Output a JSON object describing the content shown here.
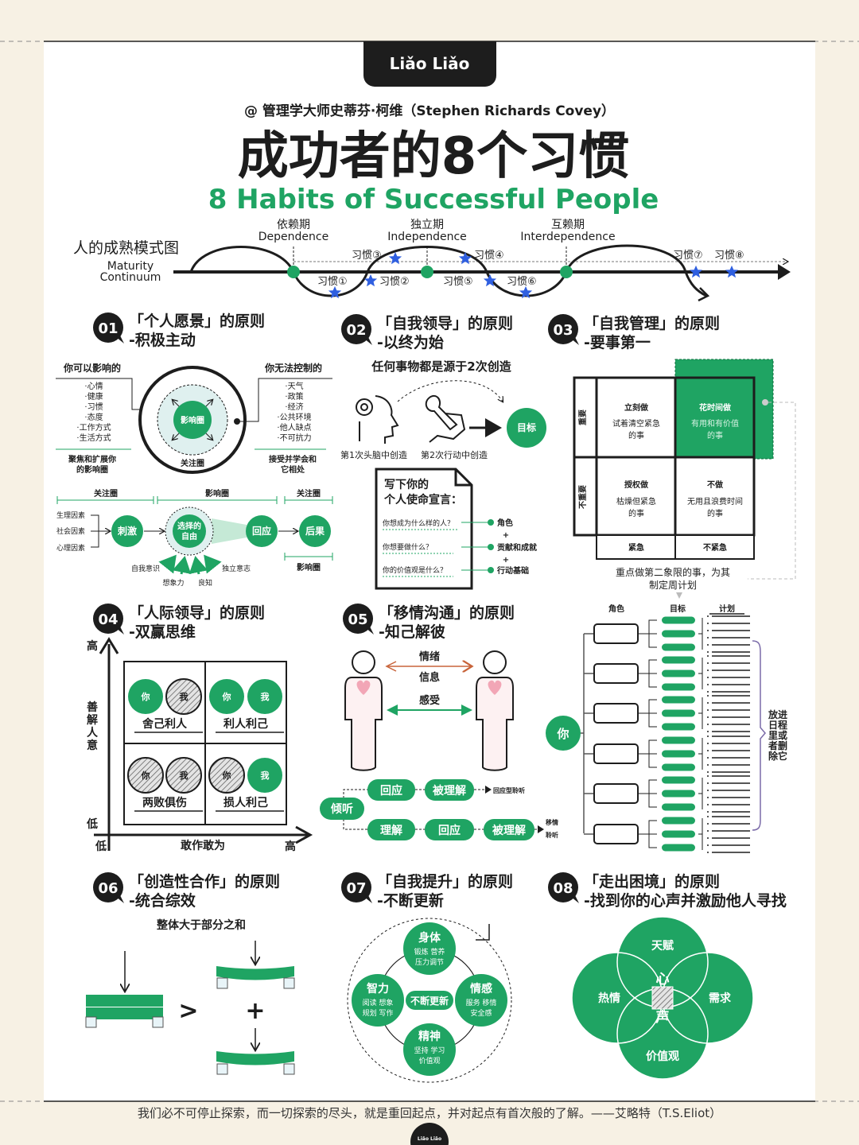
{
  "brand": "Liǎo Liǎo",
  "author": "@ 管理学大师史蒂芬·柯维（Stephen Richards Covey）",
  "title": "成功者的8个习惯",
  "subtitle": "8 Habits of Successful People",
  "colors": {
    "green": "#1fa463",
    "dark": "#1d1d1d",
    "star": "#2f5fe0",
    "cream": "#f7f1e4",
    "light": "#dff0ef",
    "orange": "#c8643a",
    "purple": "#7a6aa8"
  },
  "maturity": {
    "title": "人的成熟模式图",
    "en1": "Maturity",
    "en2": "Continuum",
    "stages": [
      {
        "cn": "依赖期",
        "en": "Dependence"
      },
      {
        "cn": "独立期",
        "en": "Independence"
      },
      {
        "cn": "互赖期",
        "en": "Interdependence"
      }
    ],
    "habits": [
      "习惯①",
      "习惯②",
      "习惯③",
      "习惯④",
      "习惯⑤",
      "习惯⑥",
      "习惯⑦",
      "习惯⑧"
    ]
  },
  "s1": {
    "num": "01",
    "title": "「个人愿景」的原则",
    "sub": "-积极主动",
    "left_heading": "你可以影响的",
    "left_items": [
      "·心情",
      "·健康",
      "·习惯",
      "·态度",
      "·工作方式",
      "·生活方式"
    ],
    "left_footer": [
      "聚焦和扩展你",
      "的影响圈"
    ],
    "right_heading": "你无法控制的",
    "right_items": [
      "·天气",
      "·政策",
      "·经济",
      "·公共环境",
      "·他人缺点",
      "·不可抗力"
    ],
    "right_footer": [
      "接受并学会和",
      "它相处"
    ],
    "inner": "影响圈",
    "outer": "关注圈",
    "segments": [
      "关注圈",
      "影响圈",
      "关注圈"
    ],
    "factors": [
      "生理因素",
      "社会因素",
      "心理因素"
    ],
    "nodes": [
      "刺激",
      "选择的",
      "自由",
      "回应",
      "后果"
    ],
    "inputs": [
      "自我意识",
      "想象力",
      "良知",
      "独立意志"
    ],
    "bottom": "影响圈"
  },
  "s2": {
    "num": "02",
    "title": "「自我领导」的原则",
    "sub": "-以终为始",
    "heading": "任何事物都是源于2次创造",
    "cap1": "第1次头脑中创造",
    "cap2": "第2次行动中创造",
    "goal": "目标",
    "doc_title": [
      "写下你的",
      "个人使命宣言："
    ],
    "questions": [
      "你想成为什么样的人？",
      "你想要做什么？",
      "你的价值观是什么？"
    ],
    "answers": [
      "角色",
      "贡献和成就",
      "行动基础"
    ],
    "plus": "+"
  },
  "s3": {
    "num": "03",
    "title": "「自我管理」的原则",
    "sub": "-要事第一",
    "rows": [
      "重要",
      "不重要"
    ],
    "cols": [
      "紧急",
      "不紧急"
    ],
    "cells": [
      {
        "title": "立刻做",
        "desc": [
          "试着清空紧急",
          "的事"
        ]
      },
      {
        "title": "花时间做",
        "desc": [
          "有用和有价值",
          "的事"
        ]
      },
      {
        "title": "授权做",
        "desc": [
          "枯燥但紧急",
          "的事"
        ]
      },
      {
        "title": "不做",
        "desc": [
          "无用且浪费时间",
          "的事"
        ]
      }
    ],
    "note": [
      "重点做第二象限的事，为其",
      "制定周计划"
    ],
    "planner_headers": [
      "角色",
      "目标",
      "计划"
    ],
    "you": "你",
    "bracket": "放进日程里或者删除它"
  },
  "s4": {
    "num": "04",
    "title": "「人际领导」的原则",
    "sub": "-双赢思维",
    "y_label": "善解人意",
    "x_label": "敢作敢为",
    "high": "高",
    "low": "低",
    "you": "你",
    "me": "我",
    "quadrants": [
      {
        "label": "舍己利人",
        "you_win": true,
        "me_win": false
      },
      {
        "label": "利人利己",
        "you_win": true,
        "me_win": true
      },
      {
        "label": "两败俱伤",
        "you_win": false,
        "me_win": false
      },
      {
        "label": "损人利己",
        "you_win": false,
        "me_win": true
      }
    ]
  },
  "s5": {
    "num": "05",
    "title": "「移情沟通」的原则",
    "sub": "-知己解彼",
    "arrows": [
      "情绪",
      "信息",
      "感受"
    ],
    "listen": "倾听",
    "row1": [
      "回应",
      "被理解"
    ],
    "row1_result": "回应型聆听",
    "row2": [
      "理解",
      "回应",
      "被理解"
    ],
    "row2_result": [
      "移情",
      "聆听"
    ]
  },
  "s6": {
    "num": "06",
    "title": "「创造性合作」的原则",
    "sub": "-统合综效",
    "heading": "整体大于部分之和",
    "gt": ">",
    "plus": "+"
  },
  "s7": {
    "num": "07",
    "title": "「自我提升」的原则",
    "sub": "-不断更新",
    "center": "不断更新",
    "dims": [
      {
        "name": "身体",
        "l1": "锻炼 营养",
        "l2": "压力调节"
      },
      {
        "name": "智力",
        "l1": "阅读 想象",
        "l2": "规划 写作"
      },
      {
        "name": "情感",
        "l1": "服务 移情",
        "l2": "安全感"
      },
      {
        "name": "精神",
        "l1": "坚持 学习",
        "l2": "价值观"
      }
    ]
  },
  "s8": {
    "num": "08",
    "title": "「走出困境」的原则",
    "sub": "-找到你的心声并激励他人寻找",
    "circles": [
      "天赋",
      "热情",
      "需求",
      "价值观"
    ],
    "center": [
      "心",
      "声"
    ]
  },
  "quote": "我们必不可停止探索，而一切探索的尽头，就是重回起点，并对起点有首次般的了解。——艾略特（T.S.Eliot）"
}
